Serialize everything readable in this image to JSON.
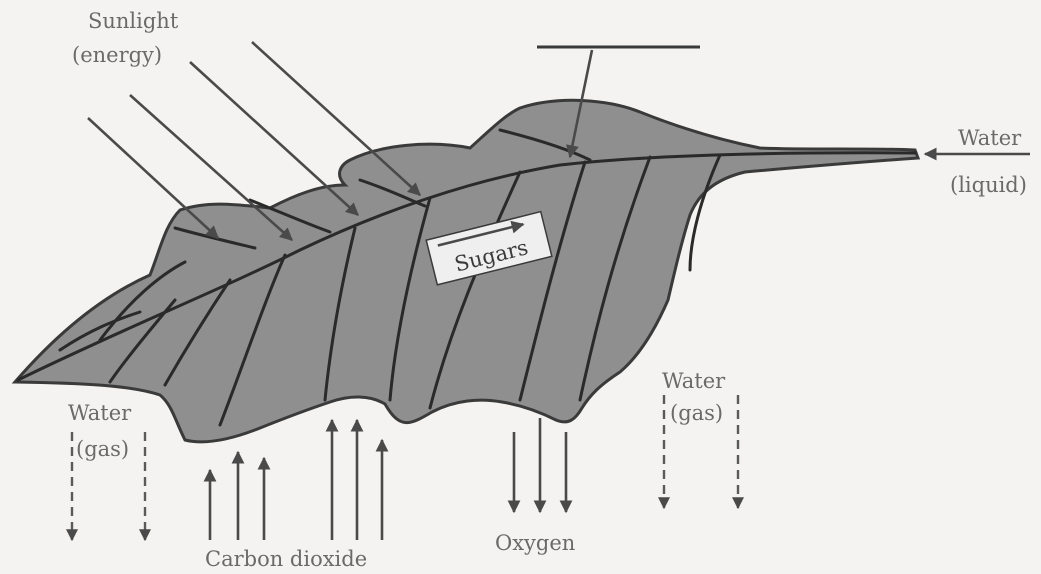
{
  "labels": {
    "sunlight_line1": "Sunlight",
    "sunlight_line2": "(energy)",
    "water_liquid_line1": "Water",
    "water_liquid_line2": "(liquid)",
    "sugars": "Sugars",
    "water_gas_left_line1": "Water",
    "water_gas_left_line2": "(gas)",
    "water_gas_right_line1": "Water",
    "water_gas_right_line2": "(gas)",
    "carbon_dioxide": "Carbon dioxide",
    "oxygen": "Oxygen"
  },
  "colors": {
    "background": "#f4f3f1",
    "leaf_fill": "#8f8f8f",
    "leaf_outline": "#3a3a3a",
    "vein": "#2a2a2a",
    "arrow": "#4a4a4a",
    "label_text": "#6a6a6a",
    "sugars_box": "#efefef"
  }
}
